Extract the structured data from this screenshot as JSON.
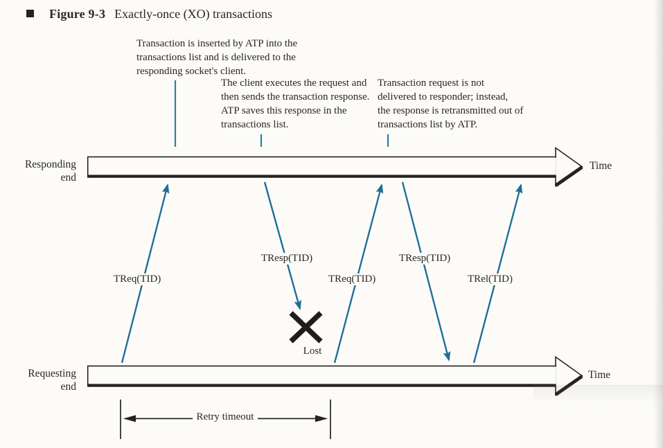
{
  "figure": {
    "bullet": "",
    "label": "Figure 9-3",
    "title": "Exactly-once (XO) transactions"
  },
  "annotations": [
    {
      "name": "inserted-note",
      "lines": [
        "Transaction is inserted by ATP into the",
        "transactions list and is delivered to the",
        "responding socket's client."
      ]
    },
    {
      "name": "execute-note",
      "lines": [
        "The client executes the request and",
        "then sends the transaction response.",
        "ATP saves this response in the",
        "transactions list."
      ]
    },
    {
      "name": "retransmit-note",
      "lines": [
        "Transaction request is not",
        "delivered to responder; instead,",
        "the response is retransmitted out of",
        "transactions list by ATP."
      ]
    }
  ],
  "timelines": {
    "responding": {
      "line1": "Responding",
      "line2": "end",
      "axis_label": "Time"
    },
    "requesting": {
      "line1": "Requesting",
      "line2": "end",
      "axis_label": "Time"
    }
  },
  "messages": [
    {
      "label": "TReq(TID)",
      "from": "requesting",
      "to": "responding"
    },
    {
      "label": "TResp(TID)",
      "from": "responding",
      "to": "lost"
    },
    {
      "label": "TReq(TID)",
      "from": "requesting",
      "to": "responding"
    },
    {
      "label": "TResp(TID)",
      "from": "responding",
      "to": "requesting"
    },
    {
      "label": "TRel(TID)",
      "from": "requesting",
      "to": "responding"
    }
  ],
  "lost_label": "Lost",
  "retry": {
    "label": "Retry timeout"
  },
  "colors": {
    "arrow_teal": "#1e6e99",
    "ink": "#262220",
    "paper": "#fcfbf8"
  }
}
